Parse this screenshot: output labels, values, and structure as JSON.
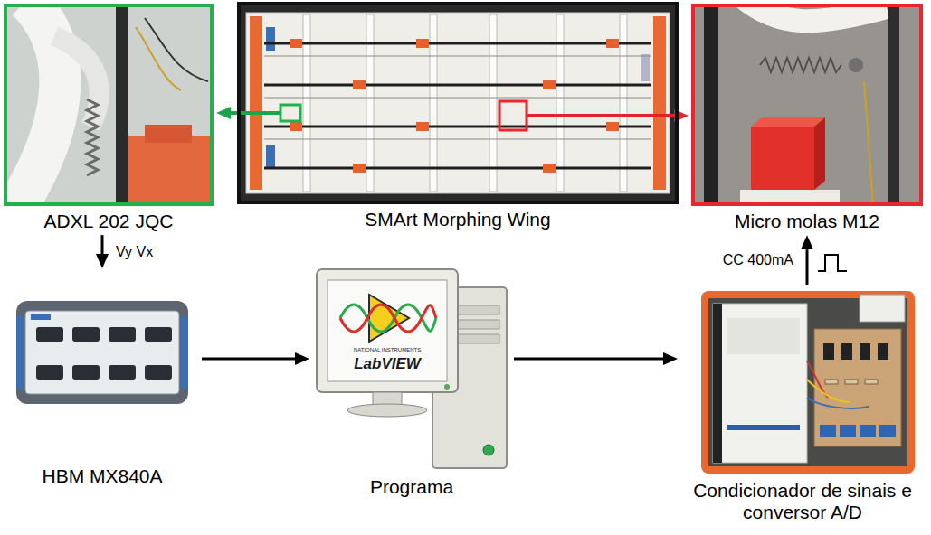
{
  "diagram": {
    "nodes": [
      {
        "text": [
          "ADXL 202 JQC"
        ]
      },
      {
        "text": [
          "SMArt Morphing Wing"
        ]
      },
      {
        "text": [
          "Micro molas M12"
        ]
      },
      {
        "text": [
          "HBM MX840A"
        ]
      },
      {
        "text": [
          "Programa"
        ]
      },
      {
        "text": [
          "Condicionador de sinais e conversor A/D"
        ]
      }
    ],
    "edges": [
      {
        "from": 1,
        "to": 0,
        "arrow": "to"
      },
      {
        "from": 1,
        "to": 2,
        "arrow": "to"
      },
      {
        "from": 0,
        "to": 3,
        "arrow": "to",
        "label": "Vy Vx"
      },
      {
        "from": 3,
        "to": 4,
        "arrow": "to"
      },
      {
        "from": 4,
        "to": 5,
        "arrow": "to"
      },
      {
        "from": 5,
        "to": 2,
        "arrow": "to",
        "label": "CC 400mA"
      }
    ],
    "labels": [
      "NATIONAL INSTRUMENTS",
      "LabVIEW"
    ]
  }
}
